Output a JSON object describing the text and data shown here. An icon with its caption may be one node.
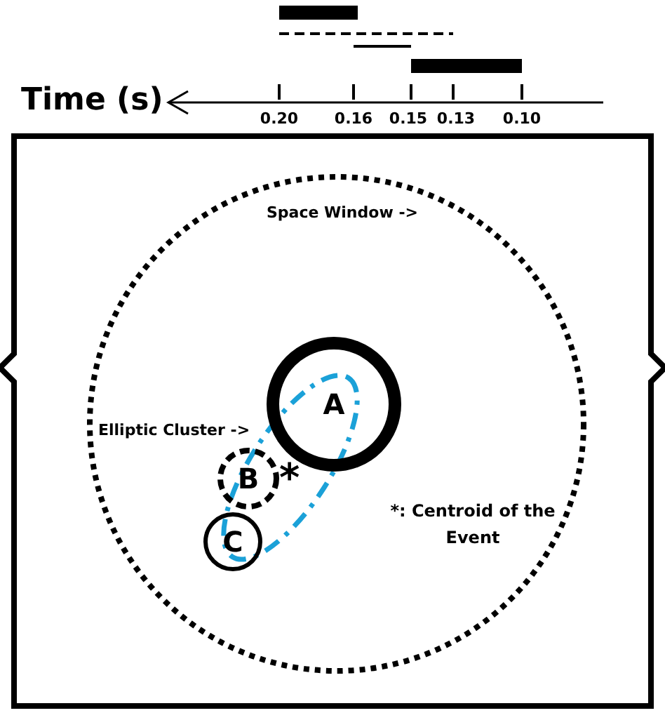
{
  "diagram": {
    "nodes": [
      {
        "text": [
          "A"
        ]
      },
      {
        "text": [
          "B"
        ]
      },
      {
        "text": [
          "C"
        ]
      }
    ],
    "labels": [
      "Time (s)",
      "0.20",
      "0.16",
      "0.15",
      "0.13",
      "0.10",
      "Space Window ->",
      "Elliptic Cluster ->",
      "*",
      "*: Centroid of the Event"
    ]
  }
}
